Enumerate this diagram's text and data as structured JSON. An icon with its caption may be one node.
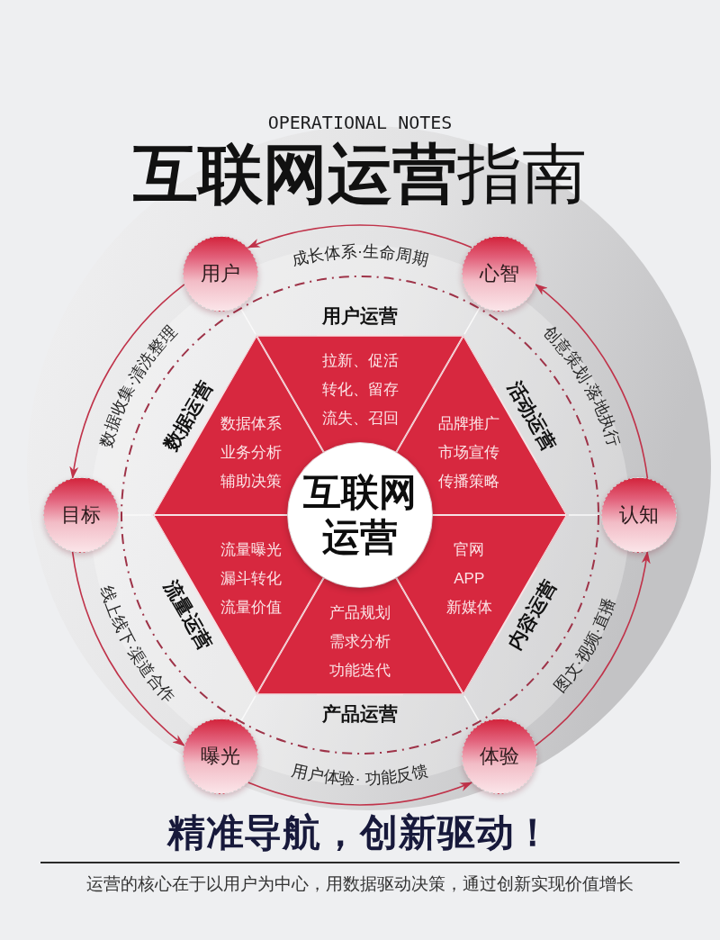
{
  "diagram": {
    "title": "**互联网运营**指南",
    "caption": "运营的核心在于以用户为中心，用数据驱动决策，通过创新实现价值增长",
    "nodes": [
      {
        "text": [
          "用户"
        ]
      },
      {
        "text": [
          "心智"
        ]
      },
      {
        "text": [
          "用户运营",
          "拉新、促活",
          "转化、留存",
          "流失、召回"
        ]
      },
      {
        "text": [
          "数据运营",
          "数据体系",
          "业务分析",
          "辅助决策"
        ]
      },
      {
        "text": [
          "活动运营",
          "品牌推广",
          "市场宣传",
          "传播策略"
        ]
      },
      {
        "text": [
          "目标"
        ]
      },
      {
        "text": [
          "互联网运营"
        ]
      },
      {
        "text": [
          "认知"
        ]
      },
      {
        "text": [
          "流量运营",
          "流量曝光",
          "漏斗转化",
          "流量价值"
        ]
      },
      {
        "text": [
          "内容运营",
          "官网",
          "APP",
          "新媒体"
        ]
      },
      {
        "text": [
          "产品规划",
          "需求分析",
          "功能迭代",
          "产品运营"
        ]
      },
      {
        "text": [
          "曝光"
        ]
      },
      {
        "text": [
          "体验"
        ]
      }
    ],
    "edges": [
      {
        "from": 1,
        "to": 0,
        "arrow": "to",
        "label": "成长体系·生命周期"
      },
      {
        "from": 0,
        "to": 5,
        "arrow": "to",
        "label": "数据收集·清洗整理"
      },
      {
        "from": 5,
        "to": 11,
        "arrow": "to",
        "label": "线上线下·渠道合作"
      },
      {
        "from": 11,
        "to": 12,
        "arrow": "to",
        "label": "用户体验· 功能反馈"
      },
      {
        "from": 12,
        "to": 7,
        "arrow": "to",
        "label": "图文·视频·直播"
      },
      {
        "from": 7,
        "to": 1,
        "arrow": "to",
        "label": "创意策划·落地执行"
      }
    ],
    "labels": [
      "OPERATIONAL NOTES",
      "精准导航，创新驱动！"
    ]
  }
}
